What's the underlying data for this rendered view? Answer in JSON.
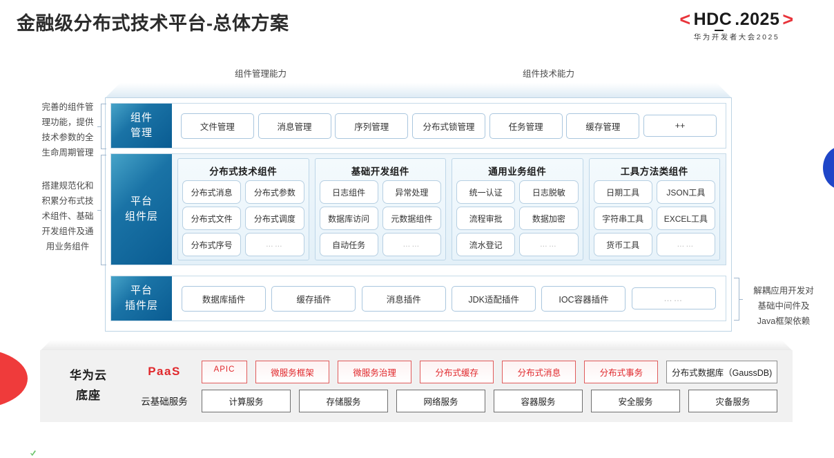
{
  "header": {
    "title": "金融级分布式技术平台-总体方案",
    "logo": {
      "left_bracket": "<",
      "main": "HDC",
      "suffix": ".2025",
      "right_bracket": ">",
      "subtitle": "华为开发者大会2025"
    }
  },
  "arrows": [
    {
      "label": "组件管理能力"
    },
    {
      "label": "组件技术能力"
    }
  ],
  "side_notes": {
    "left_top": "完善的组件管理功能，提供技术参数的全生命周期管理",
    "left_top_lines": [
      "完善的组件管",
      "理功能，提供",
      "技术参数的全",
      "生命周期管理"
    ],
    "left_bottom_lines": [
      "搭建规范化和",
      "积累分布式技",
      "术组件、基础",
      "开发组件及通",
      "用业务组件"
    ],
    "right_lines": [
      "解耦应用开发对",
      "基础中间件及",
      "Java框架依赖"
    ]
  },
  "layers": {
    "management": {
      "tab_lines": [
        "组件",
        "管理"
      ],
      "items": [
        "文件管理",
        "消息管理",
        "序列管理",
        "分布式锁管理",
        "任务管理",
        "缓存管理",
        "++"
      ]
    },
    "component": {
      "tab_lines": [
        "平台",
        "组件层"
      ],
      "groups": [
        {
          "title": "分布式技术组件",
          "cells": [
            "分布式消息",
            "分布式参数",
            "分布式文件",
            "分布式调度",
            "分布式序号",
            "……"
          ]
        },
        {
          "title": "基础开发组件",
          "cells": [
            "日志组件",
            "异常处理",
            "数据库访问",
            "元数据组件",
            "自动任务",
            "……"
          ]
        },
        {
          "title": "通用业务组件",
          "cells": [
            "统一认证",
            "日志脱敏",
            "流程审批",
            "数据加密",
            "流水登记",
            "……"
          ]
        },
        {
          "title": "工具方法类组件",
          "cells": [
            "日期工具",
            "JSON工具",
            "字符串工具",
            "EXCEL工具",
            "货币工具",
            "……"
          ]
        }
      ]
    },
    "plugin": {
      "tab_lines": [
        "平台",
        "插件层"
      ],
      "items": [
        "数据库插件",
        "缓存插件",
        "消息插件",
        "JDK适配插件",
        "IOC容器插件",
        "……"
      ]
    }
  },
  "base": {
    "title_lines": [
      "华为云",
      "底座"
    ],
    "paas": {
      "label": "PaaS",
      "items": [
        {
          "text": "APIC",
          "style": "red"
        },
        {
          "text": "微服务框架",
          "style": "red"
        },
        {
          "text": "微服务治理",
          "style": "red"
        },
        {
          "text": "分布式缓存",
          "style": "red"
        },
        {
          "text": "分布式消息",
          "style": "red"
        },
        {
          "text": "分布式事务",
          "style": "red"
        },
        {
          "text": "分布式数据库（GaussDB)",
          "style": "gray"
        }
      ]
    },
    "cloud": {
      "label": "云基础服务",
      "items": [
        "计算服务",
        "存储服务",
        "网络服务",
        "容器服务",
        "安全服务",
        "灾备服务"
      ]
    }
  },
  "colors": {
    "accent_red": "#e0282c",
    "accent_blue": "#1a73a6",
    "logo_red": "#e8333a",
    "decor_blue": "#1f46c8"
  }
}
